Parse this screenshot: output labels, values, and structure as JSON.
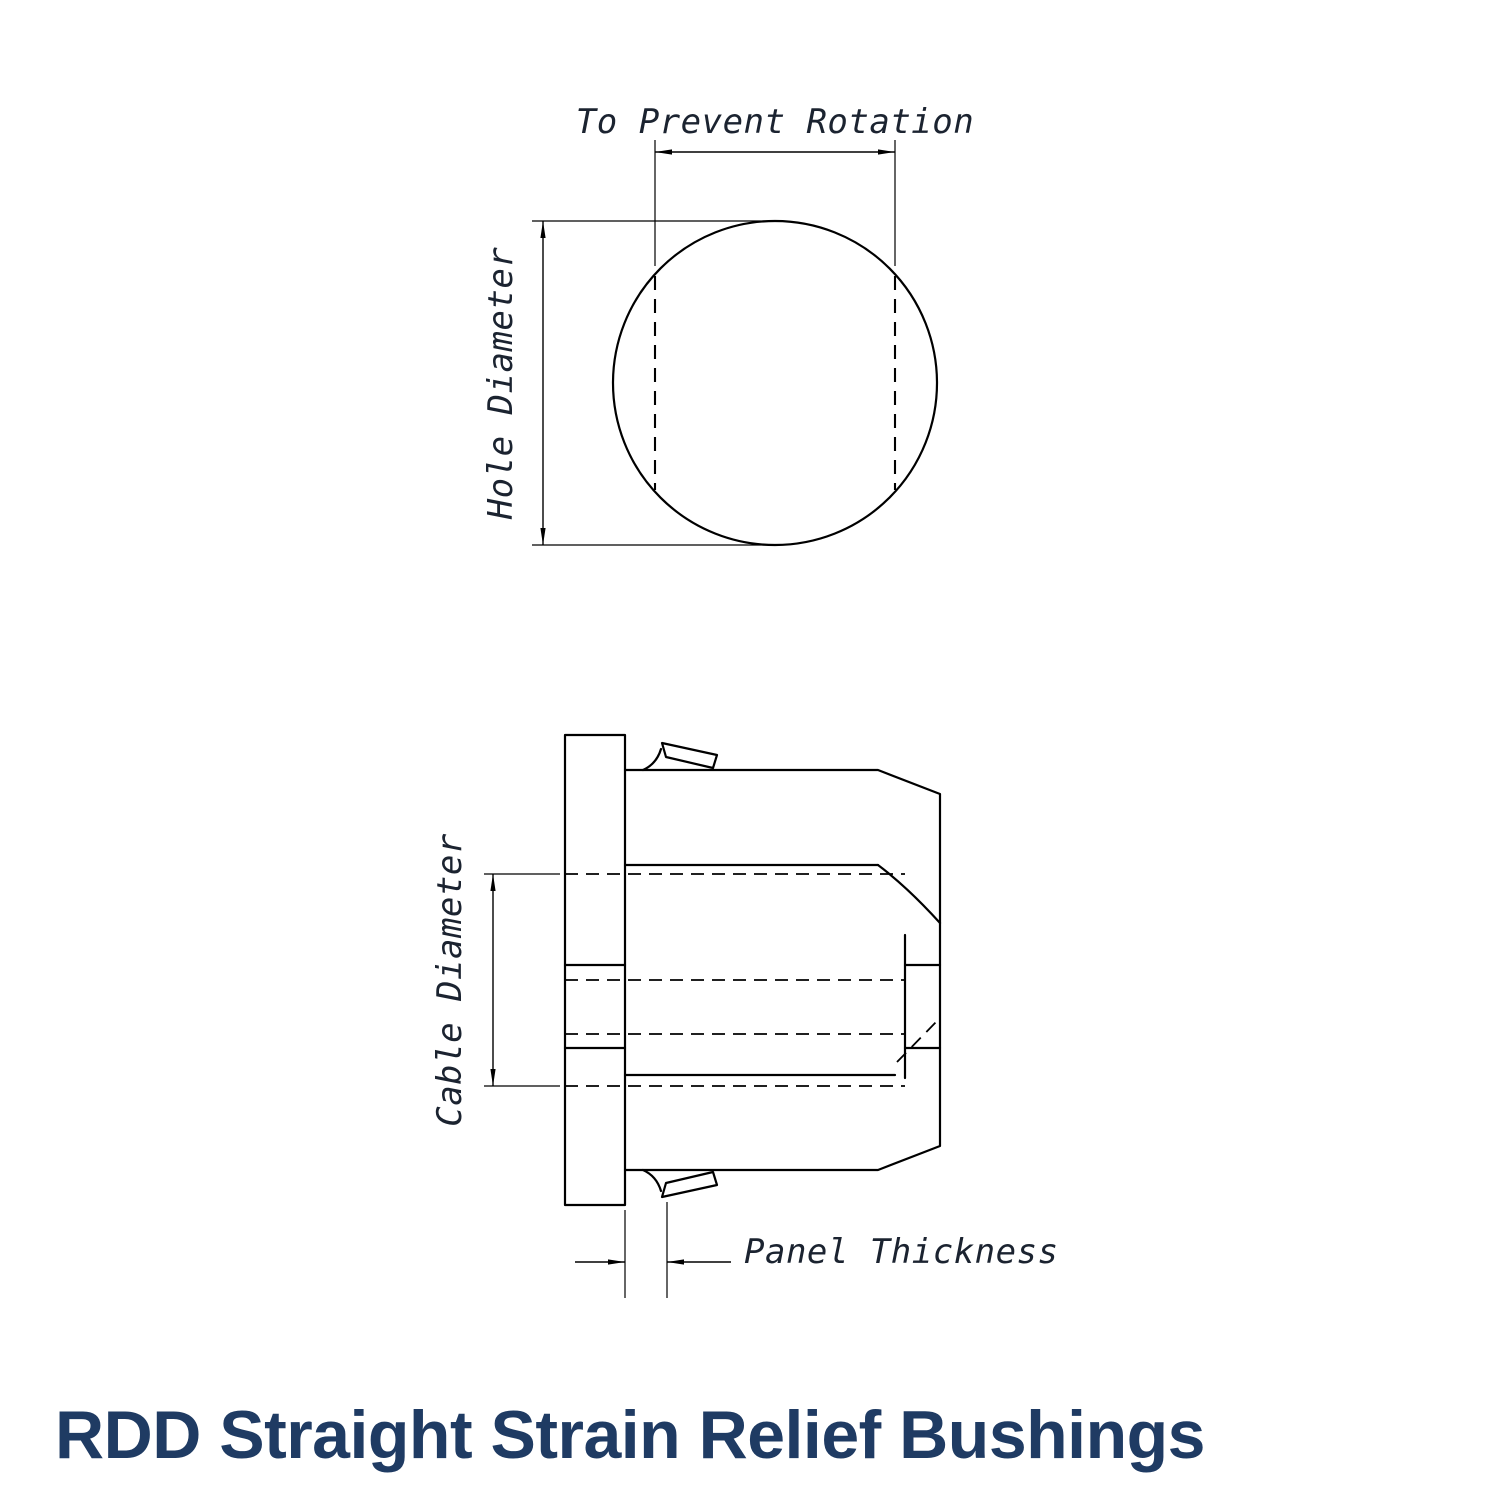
{
  "title": "RDD Straight Strain Relief Bushings",
  "labels": {
    "top_view": {
      "rotation": "To Prevent Rotation",
      "hole_diameter": "Hole Diameter"
    },
    "side_view": {
      "cable_diameter": "Cable Diameter",
      "panel_thickness": "Panel Thickness"
    }
  },
  "colors": {
    "title": "#1f3b63",
    "line": "#000000",
    "label": "#1b2330"
  }
}
